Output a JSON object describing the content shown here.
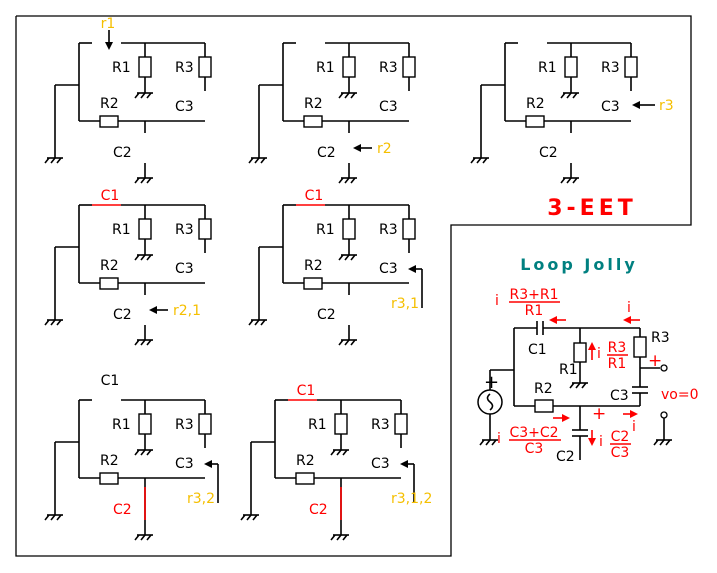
{
  "title": "3-EET",
  "subtitle": "Loop Jolly",
  "colors": {
    "highlight": "#ff0000",
    "probe": "#f5bf00",
    "subtitle": "#008080"
  },
  "components": {
    "R1": "R1",
    "R2": "R2",
    "R3": "R3",
    "C1": "C1",
    "C2": "C2",
    "C3": "C3"
  },
  "circuits": [
    {
      "probe": "r1",
      "probe_at": "C1",
      "shorted": [],
      "show_c1_label": false
    },
    {
      "probe": "r2",
      "probe_at": "C2",
      "shorted": [],
      "show_c1_label": false
    },
    {
      "probe": "r3",
      "probe_at": "C3",
      "shorted": [],
      "show_c1_label": false
    },
    {
      "probe": "r2,1",
      "probe_at": "C2",
      "shorted": [
        "C1"
      ],
      "show_c1_label": true
    },
    {
      "probe": "r3,1",
      "probe_at": "C3",
      "shorted": [
        "C1"
      ],
      "show_c1_label": true
    },
    {
      "probe": "r3,2",
      "probe_at": "C3",
      "shorted": [
        "C2"
      ],
      "show_c1_label": true
    },
    {
      "probe": "r3,1,2",
      "probe_at": "C3",
      "shorted": [
        "C1",
        "C2"
      ],
      "show_c1_label": true
    }
  ],
  "loop": {
    "i": "i",
    "f1_num": "R3+R1",
    "f1_den": "R1",
    "f2_num": "R3",
    "f2_den": "R1",
    "f3_num": "C3+C2",
    "f3_den": "C3",
    "f4_num": "C2",
    "f4_den": "C3",
    "plus": "+",
    "vo": "vo=0"
  }
}
